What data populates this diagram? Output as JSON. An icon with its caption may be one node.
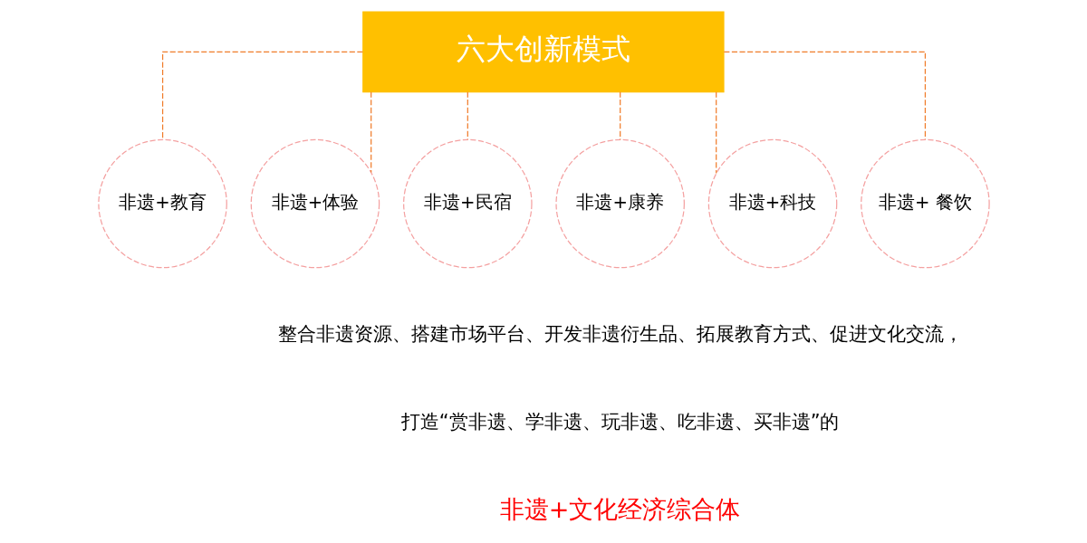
{
  "diagram": {
    "nodes": [
      {
        "text": [
          "六大创新模式"
        ]
      },
      {
        "text": [
          "非遗+教育"
        ]
      },
      {
        "text": [
          "非遗+体验"
        ]
      },
      {
        "text": [
          "非遗+民宿"
        ]
      },
      {
        "text": [
          "非遗+康养"
        ]
      },
      {
        "text": [
          "非遗+科技"
        ]
      },
      {
        "text": [
          "非遗+ 餐饮"
        ]
      }
    ],
    "edges": [
      {
        "from": 0,
        "to": 1,
        "arrow": "none",
        "style": "dashed",
        "color": "#f07c2a"
      },
      {
        "from": 0,
        "to": 2,
        "arrow": "none",
        "style": "dashed",
        "color": "#f07c2a"
      },
      {
        "from": 0,
        "to": 3,
        "arrow": "none",
        "style": "dashed",
        "color": "#f07c2a"
      },
      {
        "from": 0,
        "to": 4,
        "arrow": "none",
        "style": "dashed",
        "color": "#f07c2a"
      },
      {
        "from": 0,
        "to": 5,
        "arrow": "none",
        "style": "dashed",
        "color": "#f07c2a"
      },
      {
        "from": 0,
        "to": 6,
        "arrow": "none",
        "style": "dashed",
        "color": "#f07c2a"
      }
    ],
    "labels": [
      "整合非遗资源、搭建市场平台、开发非遗衍生品、拓展教育方式、促进文化交流，",
      "打造“赏非遗、学非遗、玩非遗、吃非遗、买非遗”的",
      "非遗+文化经济综合体"
    ]
  }
}
